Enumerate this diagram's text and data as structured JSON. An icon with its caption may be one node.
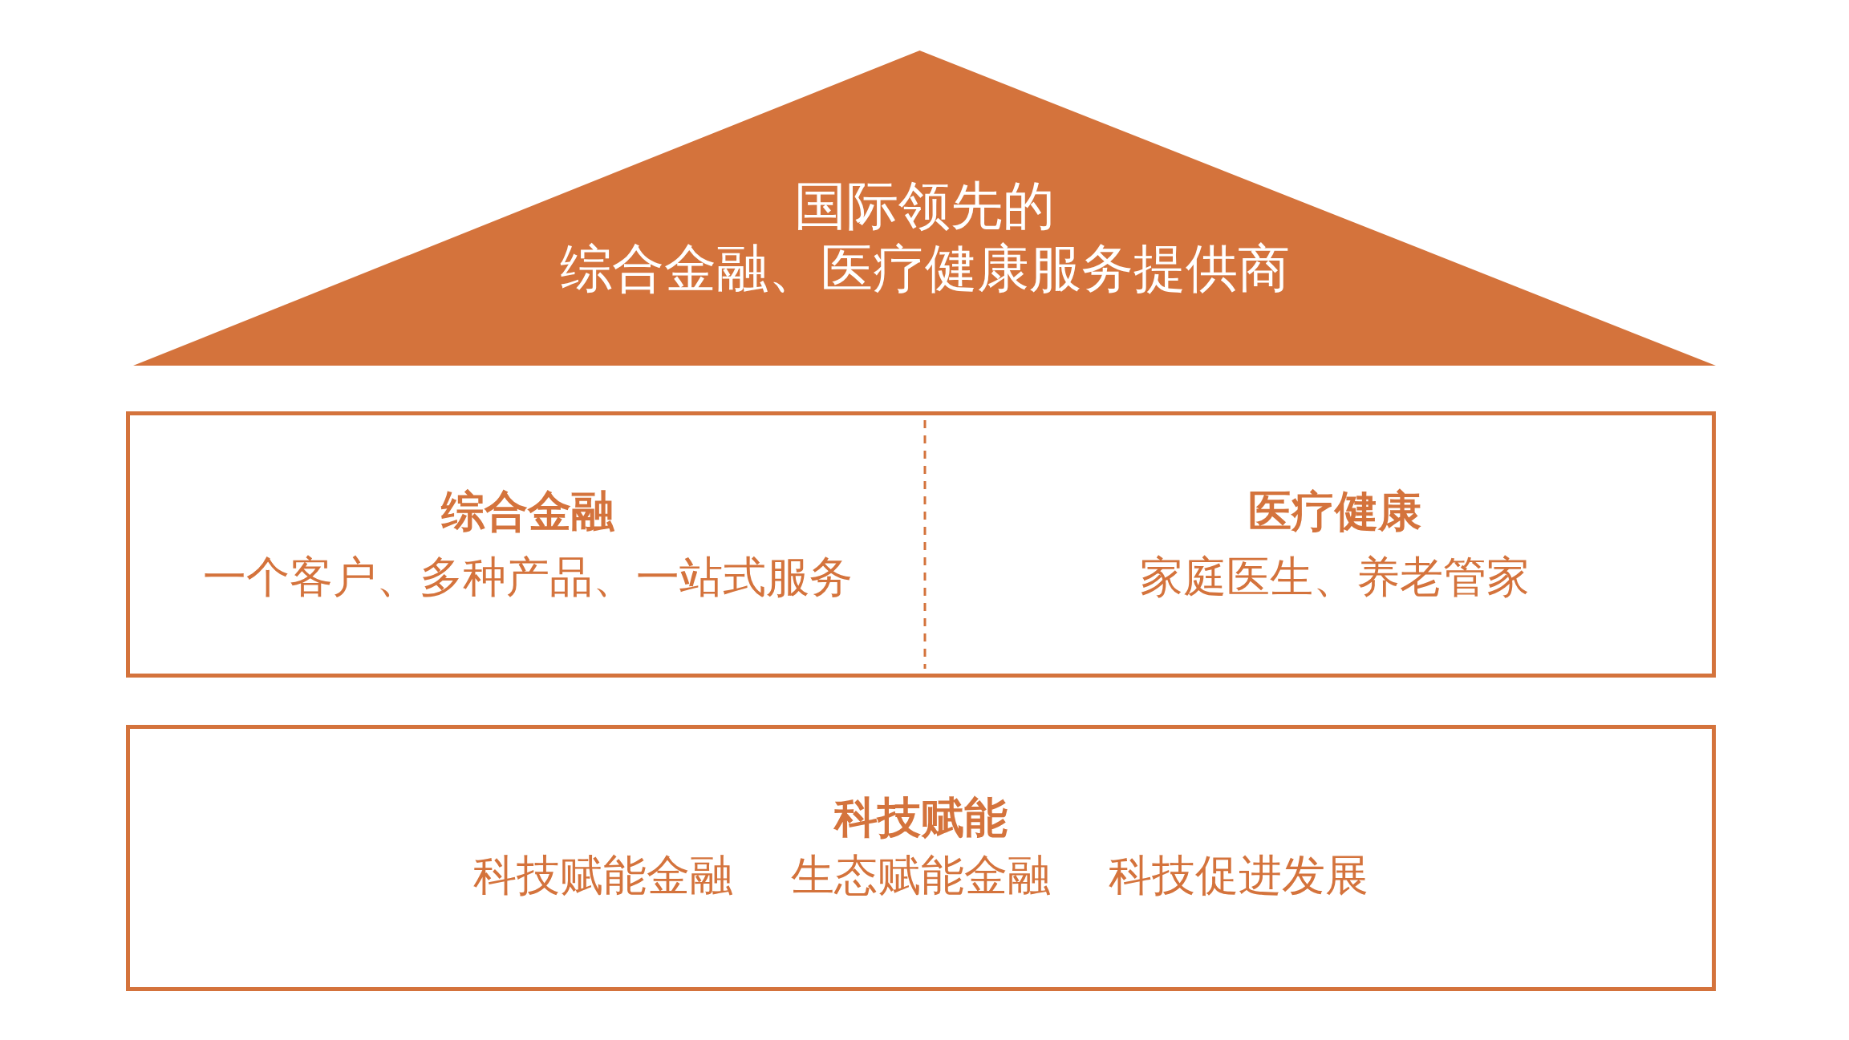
{
  "diagram": {
    "nodes": [
      {
        "text": [
          "国际领先的",
          "综合金融、医疗健康服务提供商"
        ]
      },
      {
        "text": [],
        "shape": "box"
      },
      {
        "text": [
          "综合金融",
          "一个客户、多种产品、一站式服务"
        ],
        "in": 1
      },
      {
        "text": [
          "医疗健康",
          "家庭医生、养老管家"
        ],
        "in": 1
      },
      {
        "text": [
          "科技赋能",
          "科技赋能金融",
          "生态赋能金融",
          "科技促进发展"
        ]
      }
    ]
  }
}
